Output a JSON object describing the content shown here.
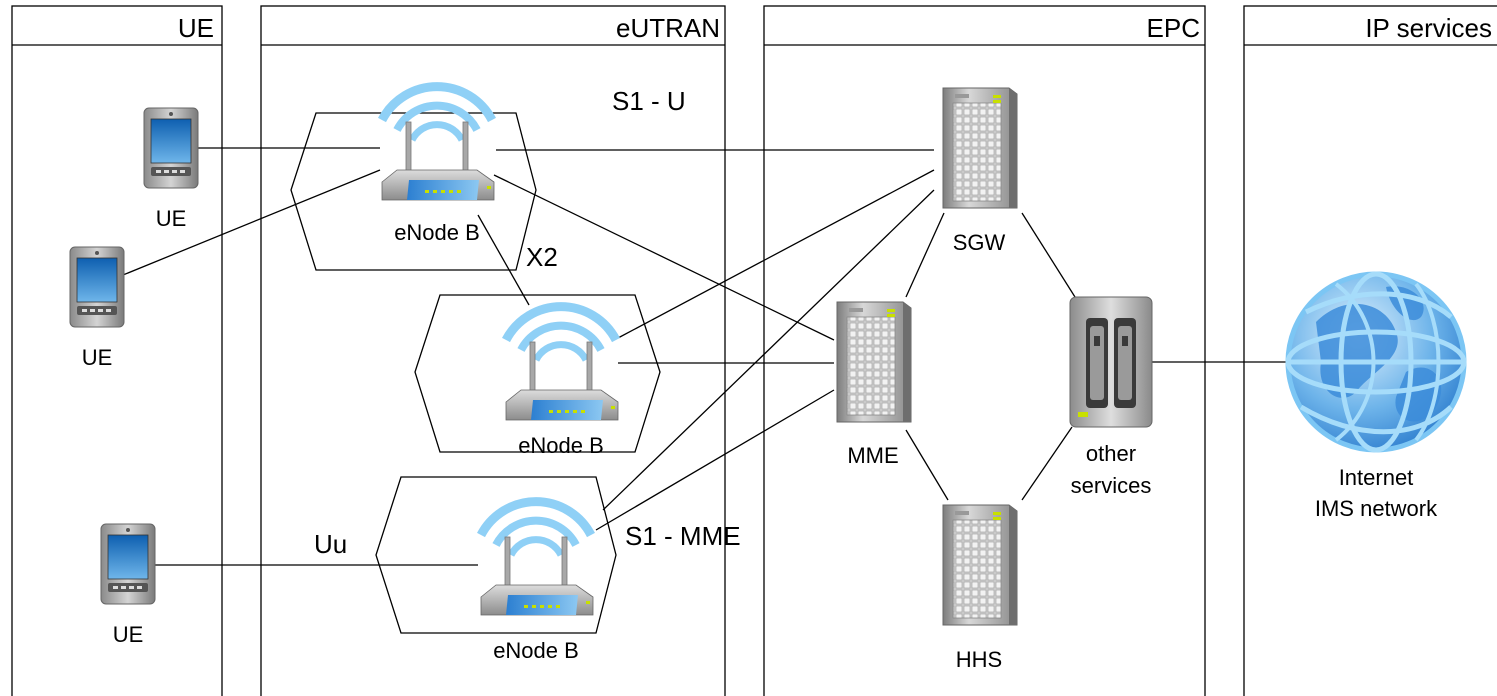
{
  "lanes": {
    "ue": "UE",
    "eutran": "eUTRAN",
    "epc": "EPC",
    "ip": "IP services"
  },
  "devices": {
    "ue1": "UE",
    "ue2": "UE",
    "ue3": "UE",
    "enb1": "eNode B",
    "enb2": "eNode B",
    "enb3": "eNode B",
    "sgw": "SGW",
    "mme": "MME",
    "hhs": "HHS",
    "other_line1": "other",
    "other_line2": "services",
    "internet_line1": "Internet",
    "internet_line2": "IMS network"
  },
  "interfaces": {
    "s1u": "S1 - U",
    "x2": "X2",
    "s1mme": "S1 - MME",
    "uu": "Uu"
  },
  "icons": {
    "ue": "mobile-phone-icon",
    "enb": "wireless-router-icon",
    "server": "server-tower-icon",
    "nas": "storage-server-icon",
    "globe": "globe-icon"
  },
  "colors": {
    "signal": "#7ec8f4",
    "router_blue": "#3a8fd8",
    "globe_blue": "#3d8fd6",
    "server_gray": "#9a9a9a",
    "led_green": "#c8e000"
  }
}
